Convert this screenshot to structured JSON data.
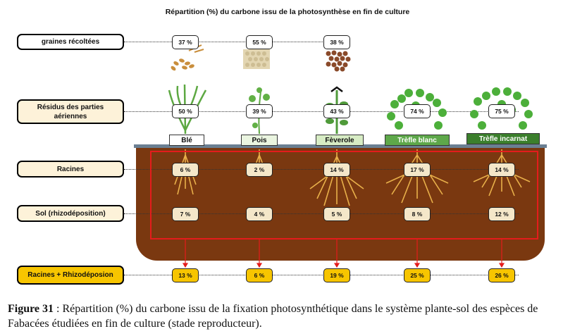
{
  "title": "Répartition (%) du carbone issu de la photosynthèse en fin de culture",
  "rows": {
    "grains": "graines récoltées",
    "residus": "Résidus des parties aériennes",
    "racines": "Racines",
    "sol": "Sol (rhizodéposition)",
    "total": "Racines + Rhizodéposion"
  },
  "species": [
    "Blé",
    "Pois",
    "Fèverole",
    "Trèfle blanc",
    "Trèfle incarnat"
  ],
  "values": {
    "grains": [
      "37 %",
      "55 %",
      "38 %"
    ],
    "residus": [
      "50 %",
      "39 %",
      "43 %",
      "74 %",
      "75 %"
    ],
    "racines": [
      "6 %",
      "2 %",
      "14 %",
      "17 %",
      "14 %"
    ],
    "sol": [
      "7 %",
      "4 %",
      "5 %",
      "8 %",
      "12 %"
    ],
    "total": [
      "13 %",
      "6 %",
      "19 %",
      "25 %",
      "26 %"
    ]
  },
  "caption": {
    "label": "Figure 31",
    "text": " : Répartition (%) du carbone issu de la fixation photosynthétique dans le système plante-sol des espèces de Fabacées étudiées en fin de culture (stade reproducteur)."
  },
  "colors": {
    "soil": "#7a3810",
    "red_frame": "#e41c1c",
    "label_cream": "#fdf2d9",
    "total_orange": "#f7c500",
    "leaf_green": "#4caf3a",
    "root_gold": "#e8b04a"
  }
}
